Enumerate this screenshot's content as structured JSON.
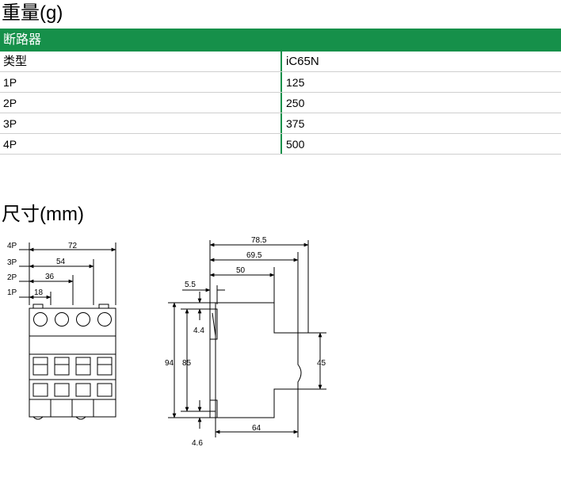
{
  "weight": {
    "title": "重量(g)",
    "table_title": "断路器",
    "columns": [
      "类型",
      "iC65N"
    ],
    "rows": [
      [
        "1P",
        "125"
      ],
      [
        "2P",
        "250"
      ],
      [
        "3P",
        "375"
      ],
      [
        "4P",
        "500"
      ]
    ]
  },
  "dimensions": {
    "title": "尺寸(mm)",
    "front": {
      "pole_labels": [
        "4P",
        "3P",
        "2P",
        "1P"
      ],
      "widths": [
        "72",
        "54",
        "36",
        "18"
      ]
    },
    "side": {
      "top_dims": [
        "78.5",
        "69.5",
        "50"
      ],
      "din_offset": "5.5",
      "height_total": "94",
      "height_body": "85",
      "clip_top": "4.4",
      "clip_bottom": "4.6",
      "depth_base": "64",
      "face_height": "45"
    }
  },
  "colors": {
    "accent": "#16904a"
  }
}
